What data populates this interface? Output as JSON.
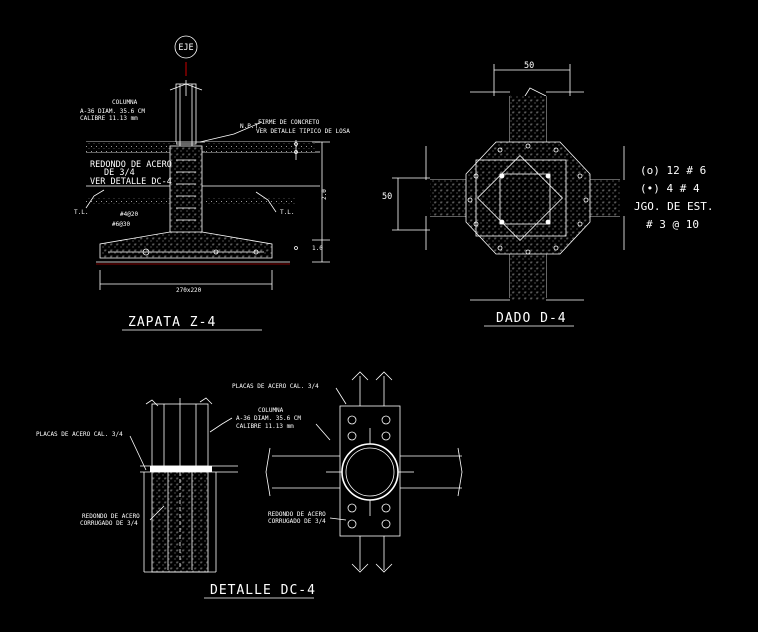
{
  "colors": {
    "background": "#000000",
    "linework": "#ffffff",
    "accent": "#ff0000",
    "hatch": "#bdbdbd"
  },
  "zapata": {
    "title": "ZAPATA       Z-4",
    "eje": "EJE",
    "columna": "COLUMNA",
    "a36_1": "A-36   DIAM. 35.6 CM",
    "a36_2": "CALIBRE 11.13 mm",
    "npt": "N.P.T.",
    "firme_1": "FIRME DE CONCRETO",
    "firme_2": "VER DETALLE TIPICO DE LOSA",
    "redondo_1": "REDONDO DE ACERO",
    "redondo_2": "DE  3/4",
    "redondo_3": "VER DETALLE DC-4",
    "tl_left": "T.L.",
    "tl_right": "T.L.",
    "bar_1": "#4@20",
    "bar_2": "#6@30",
    "dim_height": "2.0",
    "dim_base": "1.0",
    "dim_width": "270x220"
  },
  "dado": {
    "title": "DADO  D-4",
    "dim_top": "50",
    "dim_left": "50",
    "legend": [
      "(o) 12 # 6",
      "(•) 4 # 4",
      "JGO. DE EST.",
      "# 3 @ 10"
    ]
  },
  "detalle": {
    "title": "DETALLE  DC-4",
    "placas_left": "PLACAS DE ACERO CAL. 3/4",
    "placas_top": "PLACAS DE ACERO CAL. 3/4",
    "columna": "COLUMNA",
    "a36_1": "A-36   DIAM. 35.6 CM",
    "a36_2": "CALIBRE 11.13 mm",
    "redondo_left_1": "REDONDO DE ACERO",
    "redondo_left_2": "CORRUGADO DE 3/4",
    "redondo_right_1": "REDONDO DE ACERO",
    "redondo_right_2": "CORRUGADO  DE 3/4"
  }
}
